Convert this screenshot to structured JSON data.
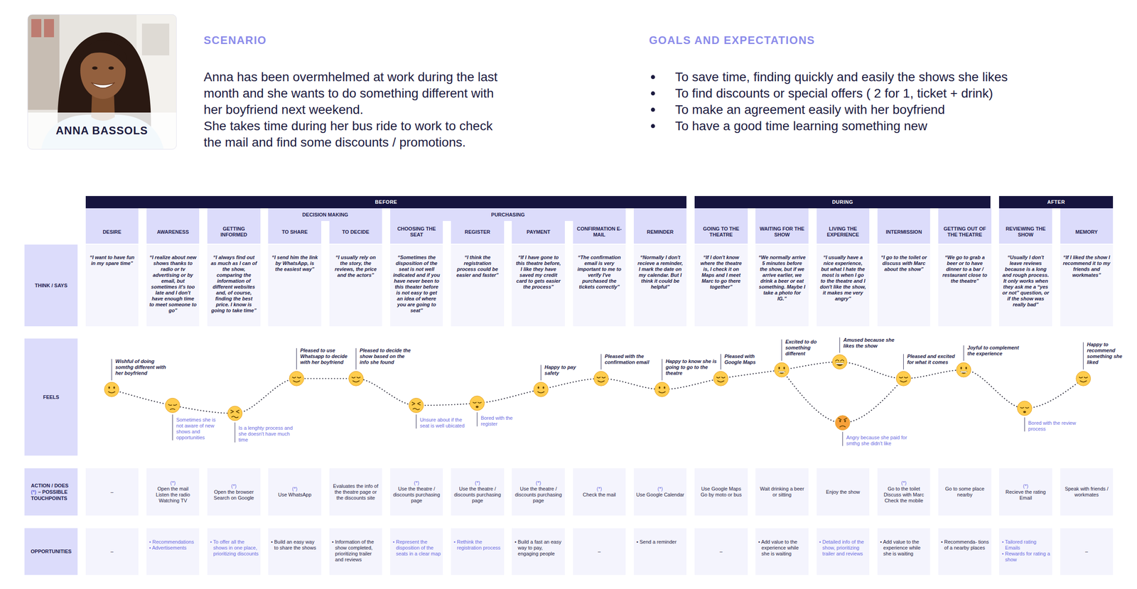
{
  "diagram": {
    "nodes": [
      {
        "text": [
          "ANNA BASSOLS"
        ]
      },
      {
        "text": [
          "BEFORE"
        ]
      },
      {
        "text": [
          "DURING"
        ]
      },
      {
        "text": [
          "AFTER"
        ]
      },
      {
        "text": [
          "DESIRE"
        ]
      },
      {
        "text": [
          "AWARENESS"
        ]
      },
      {
        "text": [
          "GETTING INFORMED"
        ]
      },
      {
        "text": [
          "DECISION MAKING"
        ]
      },
      {
        "text": [
          "TO SHARE"
        ],
        "in": 7
      },
      {
        "text": [
          "TO DECIDE"
        ],
        "in": 7
      },
      {
        "text": [
          "PURCHASING"
        ]
      },
      {
        "text": [
          "CHOOSING THE SEAT"
        ],
        "in": 10
      },
      {
        "text": [
          "REGISTER"
        ],
        "in": 10
      },
      {
        "text": [
          "PAYMENT"
        ],
        "in": 10
      },
      {
        "text": [
          "CONFIRMATION E-MAIL"
        ],
        "in": 10
      },
      {
        "text": [
          "REMINDER"
        ]
      },
      {
        "text": [
          "GOING TO THE THEATRE"
        ]
      },
      {
        "text": [
          "WAITING FOR THE SHOW"
        ]
      },
      {
        "text": [
          "LIVING THE EXPERIENCE"
        ]
      },
      {
        "text": [
          "INTERMISSION"
        ]
      },
      {
        "text": [
          "GETTING OUT OF THE THEATRE"
        ]
      },
      {
        "text": [
          "REVIEWING THE SHOW"
        ]
      },
      {
        "text": [
          "MEMORY"
        ]
      },
      {
        "text": [
          "THINK / SAYS"
        ]
      },
      {
        "text": [
          "“I want to have fun in my spare time”"
        ]
      },
      {
        "text": [
          "“I realize about new shows thanks to radio or tv advertising or by email, but sometimes it's too late and I don't have enough time to meet someone to go”"
        ]
      },
      {
        "text": [
          "“I always find out as much as I can of the show, comparing the information of different websites and, of course, finding the best price. I know is going to take time”"
        ]
      },
      {
        "text": [
          "“I send him the link by WhatsApp, is the easiest way”"
        ]
      },
      {
        "text": [
          "“I usually rely on the story, the reviews, the price and the actors”"
        ]
      },
      {
        "text": [
          "“Sometimes the disposition of the seat is not well indicated and if you have never been to this theater before is not easy to get an idea of where you are going to seat”"
        ]
      },
      {
        "text": [
          "“I think the registration process could be easier and faster”"
        ]
      },
      {
        "text": [
          "“If I have gone to this theatre before, I like they have saved my credit card to gets easier the process”"
        ]
      },
      {
        "text": [
          "“The confirmation email is very important to me to verify I've purchased the tickets correctly”"
        ]
      },
      {
        "text": [
          "“Normally I don't recieve a reminder, I mark the date on my calendar. But I think it could be helpful”"
        ]
      },
      {
        "text": [
          "“If I don't know where the theatre is, I check it on Maps and I meet Marc to go there together”"
        ]
      },
      {
        "text": [
          "“We normally arrive 5 minutes before the show, but if we arrive earlier, we drink a beer or eat something. Maybe I take a photo for IG.”"
        ]
      },
      {
        "text": [
          "“I usually have a nice experience, but what I hate the most is when I go to the theatre and I don't like the show, it makes me very angry”"
        ]
      },
      {
        "text": [
          "“I go to the toilet or discuss with Marc about the show”"
        ]
      },
      {
        "text": [
          "“We go to grab a beer or to have dinner to a bar / restaurant close to the theatre”"
        ]
      },
      {
        "text": [
          "“Usually I don't leave reviews because is a long and rough process. It only works when they ask me a “yes or not” question, or if the show was really bad”"
        ]
      },
      {
        "text": [
          "“If I liked the show I recommend it to my friends and workmates”"
        ]
      },
      {
        "text": [
          "FEELS"
        ]
      },
      {
        "text": [
          "ACTION / DOES",
          "(*)",
          "– POSSIBLE TOUCHPOINTS"
        ]
      },
      {
        "text": [
          "–"
        ]
      },
      {
        "text": [
          "(*)",
          "Open the mail",
          "Listen the radio",
          "Watching TV"
        ]
      },
      {
        "text": [
          "(*)",
          "Open the browser",
          "Search on Google"
        ]
      },
      {
        "text": [
          "(*)",
          "Use WhatsApp"
        ]
      },
      {
        "text": [
          "Evaluates the info of the theatre page or the discounts site"
        ]
      },
      {
        "text": [
          "(*)",
          "Use the theatre / discounts purchasing page"
        ]
      },
      {
        "text": [
          "(*)",
          "Use the theatre / discounts purchasing page"
        ]
      },
      {
        "text": [
          "(*)",
          "Use the theatre / discounts purchasing page"
        ]
      },
      {
        "text": [
          "(*)",
          "Check the mail"
        ]
      },
      {
        "text": [
          "(*)",
          "Use Google Calendar"
        ]
      },
      {
        "text": [
          "Use Google Maps",
          "Go by moto or bus"
        ]
      },
      {
        "text": [
          "Wait drinking a beer or sitting"
        ]
      },
      {
        "text": [
          "Enjoy the show"
        ]
      },
      {
        "text": [
          "(*)",
          "Go to the toilet",
          "Discuss with Marc",
          "Check the mobile"
        ]
      },
      {
        "text": [
          "Go to some place nearby"
        ]
      },
      {
        "text": [
          "(*)",
          "Recieve the rating Email"
        ]
      },
      {
        "text": [
          "Speak with friends / workmates"
        ]
      },
      {
        "text": [
          "OPPORTUNITIES"
        ]
      },
      {
        "text": [
          "–"
        ]
      },
      {
        "text": [
          "• Recommendations",
          "• Advertisements"
        ]
      },
      {
        "text": [
          "• To offer all the shows in one place, prioritizing discounts"
        ]
      },
      {
        "text": [
          "• Build an easy way to share the shows"
        ]
      },
      {
        "text": [
          "• Information of the show completed, prioritizing trailer and reviews"
        ]
      },
      {
        "text": [
          "• Represent the disposition of the seats in a clear map"
        ]
      },
      {
        "text": [
          "• Rethink the registration process"
        ]
      },
      {
        "text": [
          "• Build a fast an easy way to pay, engaging people"
        ]
      },
      {
        "text": [
          "–"
        ]
      },
      {
        "text": [
          "• Send a reminder"
        ]
      },
      {
        "text": [
          "–"
        ]
      },
      {
        "text": [
          "• Add value to the experience while she is waiting"
        ]
      },
      {
        "text": [
          "• Detailed info of the show, prioritizing trailer and reviews"
        ]
      },
      {
        "text": [
          "• Add value to the experience while she is waiting"
        ]
      },
      {
        "text": [
          "• Recommenda- tions of a nearby places"
        ]
      },
      {
        "text": [
          "• Tailored rating Emails",
          "• Rewards for rating a show"
        ]
      },
      {
        "text": [
          "–"
        ]
      }
    ],
    "labels": [
      "SCENARIO",
      "Anna has been overmhelmed at work during the last month and she wants to do something different with her boyfriend next weekend.",
      "She takes time during her bus ride to work to check the mail and find some discounts / promotions.",
      "GOALS AND EXPECTATIONS",
      "To save time, finding quickly and easily the shows she likes",
      "To find discounts or special offers ( 2 for 1, ticket + drink)",
      "To make an agreement easily with her boyfriend",
      "To have a good time learning something new",
      "Wishful of doing somthg different with her boyfriend",
      "Sometimes she is not aware of new shows and opportunities",
      "Is a lenghty process and she doesn't have much time",
      "Pleased to use Whatsapp to decide with her boyfriend",
      "Pleased to decide the show based on the info she found",
      "Unsure about if the seat is well ubicated",
      "Bored with the register",
      "Happy to pay safety",
      "Pleased with the confirmation email",
      "Happy to know she is going to go to the theatre",
      "Pleased with Google Maps",
      "Excited to do something different",
      "Amused because she likes the show",
      "Angry because she paid for smthg she didn't like",
      "Pleased and excited for what it comes",
      "Joyful to complement the experience",
      "Bored with the review process",
      "Happy to recommend something she liked"
    ]
  }
}
